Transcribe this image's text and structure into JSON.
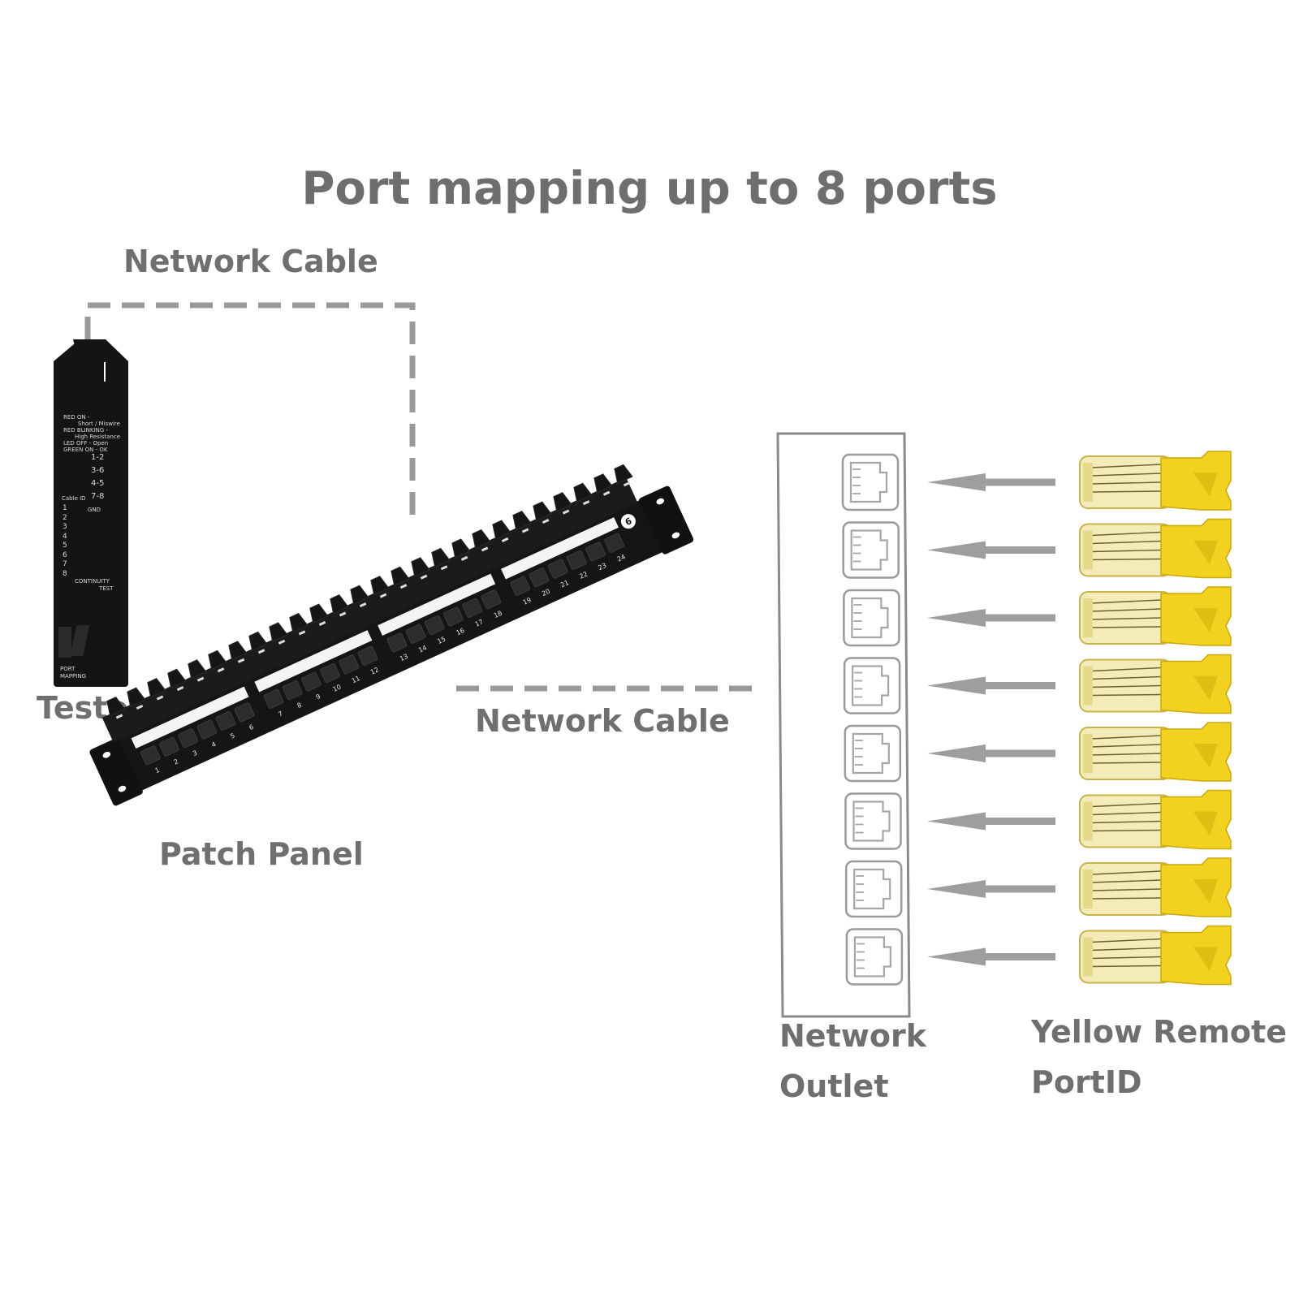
{
  "title": "Port mapping up to 8 ports",
  "labels": {
    "cable_top": "Network Cable",
    "cable_mid": "Network Cable",
    "tester": "Tester",
    "patch_panel": "Patch Panel",
    "outlet_line1": "Network",
    "outlet_line2": "Outlet",
    "remote_line1": "Yellow Remote",
    "remote_line2": "PortID"
  },
  "tester": {
    "legend": [
      "RED ON -",
      "Short / Miswire",
      "RED BLINKING -",
      "High Resistance",
      "LED OFF -      Open",
      "GREEN ON -      OK"
    ],
    "pairs": [
      "1-2",
      "3-6",
      "4-5",
      "7-8",
      "GND"
    ],
    "cable_id_label": "Cable ID",
    "cable_ids": [
      "1",
      "2",
      "3",
      "4",
      "5",
      "6",
      "7",
      "8"
    ],
    "continuity_label_1": "CONTINUITY",
    "continuity_label_2": "TEST",
    "port_mapping_label_1": "PORT",
    "port_mapping_label_2": "MAPPING"
  },
  "patch_panel": {
    "port_numbers": [
      "1",
      "2",
      "3",
      "4",
      "5",
      "6",
      "7",
      "8",
      "9",
      "10",
      "11",
      "12",
      "13",
      "14",
      "15",
      "16",
      "17",
      "18",
      "19",
      "20",
      "21",
      "22",
      "23",
      "24"
    ],
    "logo": "6"
  },
  "outlet_port_count": 8,
  "colors": {
    "label_gray": "#6f6f6f",
    "dash_gray": "#9a9a9a",
    "arrow_gray": "#9e9e9e",
    "remote_yellow": "#f2d21f",
    "device_black": "#141414"
  }
}
